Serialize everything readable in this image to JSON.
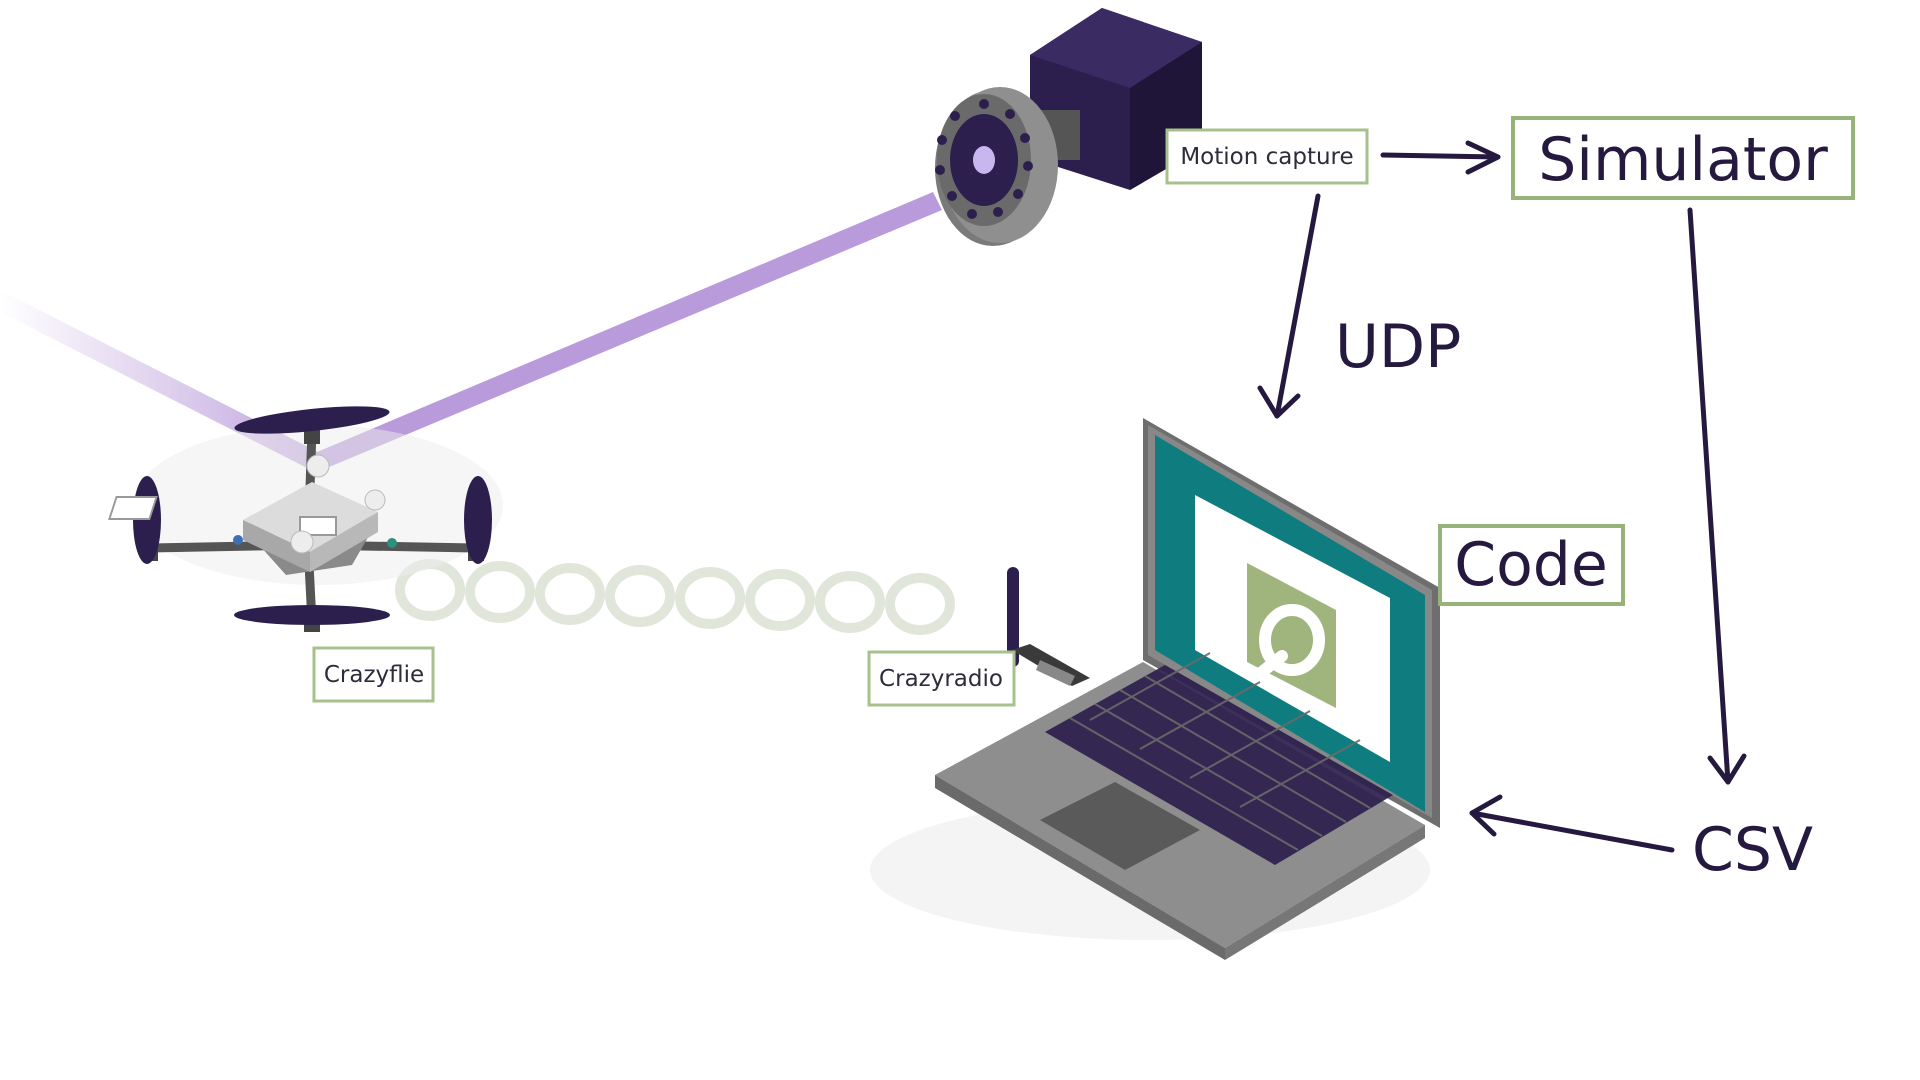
{
  "labels": {
    "motion_capture": "Motion capture",
    "simulator": "Simulator",
    "udp": "UDP",
    "code": "Code",
    "csv": "CSV",
    "crazyflie": "Crazyflie",
    "crazyradio": "Crazyradio"
  },
  "colors": {
    "ink": "#26193f",
    "box_border": "#a8c08c",
    "beam": "#b18fd6",
    "screen": "#0f7d80",
    "logo": "#9fb57d",
    "laptop_body": "#7d7d7d",
    "camera_box": "#2c1f4e"
  }
}
